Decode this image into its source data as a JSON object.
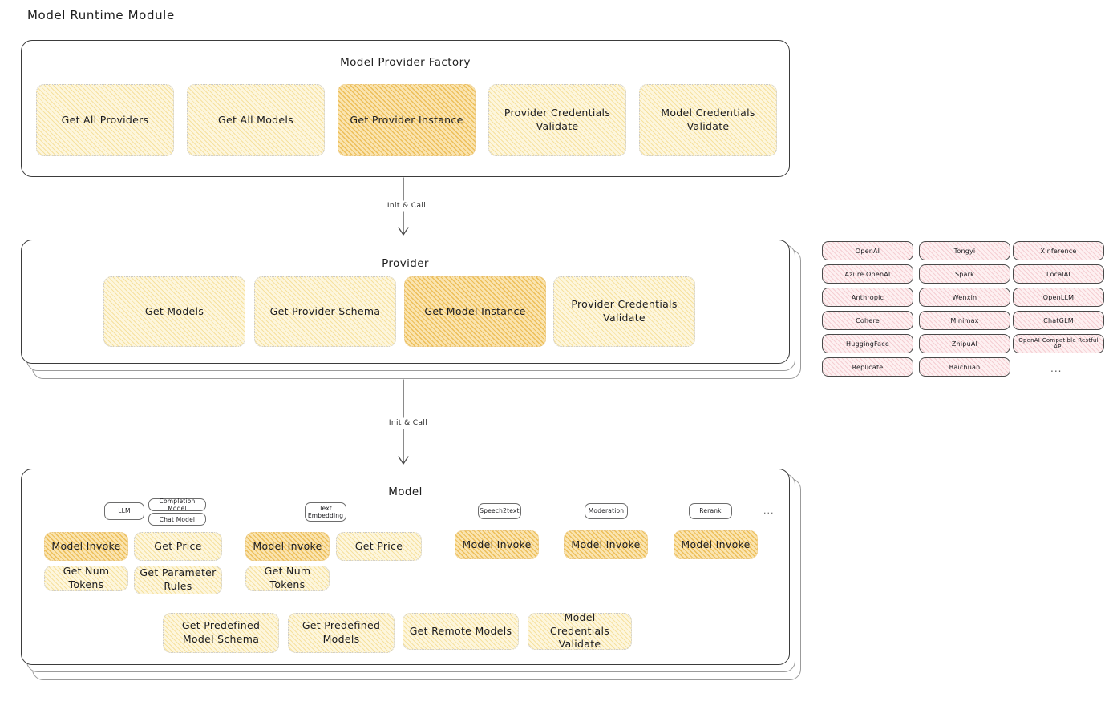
{
  "page": {
    "title": "Model Runtime Module"
  },
  "factory": {
    "title": "Model Provider Factory",
    "nodes": [
      {
        "label": "Get All Providers",
        "highlight": false
      },
      {
        "label": "Get All Models",
        "highlight": false
      },
      {
        "label": "Get Provider Instance",
        "highlight": true
      },
      {
        "label": "Provider Credentials Validate",
        "highlight": false
      },
      {
        "label": "Model Credentials Validate",
        "highlight": false
      }
    ]
  },
  "arrows": [
    {
      "label": "Init & Call"
    },
    {
      "label": "Init & Call"
    }
  ],
  "provider": {
    "title": "Provider",
    "nodes": [
      {
        "label": "Get Models",
        "highlight": false
      },
      {
        "label": "Get Provider Schema",
        "highlight": false
      },
      {
        "label": "Get Model Instance",
        "highlight": true
      },
      {
        "label": "Provider Credentials Validate",
        "highlight": false
      }
    ]
  },
  "provider_list": {
    "ellipsis": "...",
    "columns": [
      {
        "items": [
          "OpenAI",
          "Azure OpenAI",
          "Anthropic",
          "Cohere",
          "HuggingFace",
          "Replicate"
        ]
      },
      {
        "items": [
          "Tongyi",
          "Spark",
          "Wenxin",
          "Minimax",
          "ZhipuAI",
          "Baichuan"
        ]
      },
      {
        "items": [
          "Xinference",
          "LocalAI",
          "OpenLLM",
          "ChatGLM",
          "OpenAI-Compatible Restful API"
        ]
      }
    ]
  },
  "model": {
    "title": "Model",
    "ellipsis": "...",
    "types": [
      {
        "name": "LLM",
        "subtypes": [
          "Completion Model",
          "Chat Model"
        ],
        "nodes_row1": [
          {
            "label": "Model Invoke",
            "highlight": true
          },
          {
            "label": "Get Price",
            "highlight": false
          }
        ],
        "nodes_row2": [
          {
            "label": "Get Num Tokens",
            "highlight": false
          },
          {
            "label": "Get Parameter Rules",
            "highlight": false
          }
        ]
      },
      {
        "name": "Text Embedding",
        "subtypes": [],
        "nodes_row1": [
          {
            "label": "Model Invoke",
            "highlight": true
          },
          {
            "label": "Get Price",
            "highlight": false
          }
        ],
        "nodes_row2": [
          {
            "label": "Get Num Tokens",
            "highlight": false
          }
        ]
      },
      {
        "name": "Speech2text",
        "subtypes": [],
        "nodes_row1": [
          {
            "label": "Model Invoke",
            "highlight": true
          }
        ],
        "nodes_row2": []
      },
      {
        "name": "Moderation",
        "subtypes": [],
        "nodes_row1": [
          {
            "label": "Model Invoke",
            "highlight": true
          }
        ],
        "nodes_row2": []
      },
      {
        "name": "Rerank",
        "subtypes": [],
        "nodes_row1": [
          {
            "label": "Model Invoke",
            "highlight": true
          }
        ],
        "nodes_row2": []
      }
    ],
    "common_nodes": [
      {
        "label": "Get Predefined Model Schema"
      },
      {
        "label": "Get Predefined Models"
      },
      {
        "label": "Get Remote Models"
      },
      {
        "label": "Model Credentials Validate"
      }
    ]
  },
  "colors": {
    "highlight_fill": "#fae4b0",
    "normal_fill": "#fdf6dd",
    "provider_fill": "#fdf0f1",
    "type_chip_fill": "#e9f3fb",
    "panel_border": "#3b3b3b"
  }
}
